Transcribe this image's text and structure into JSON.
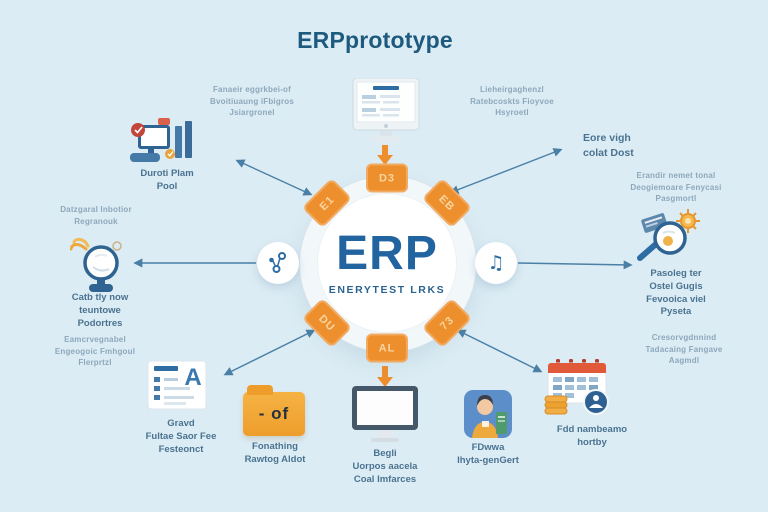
{
  "title": "ERPprototype",
  "hub": {
    "title": "ERP",
    "subtitle": "ENERYTEST LRKS",
    "ring_nodes": {
      "top": "D3",
      "top_right": "EB",
      "bottom_right": "73",
      "bottom": "AL",
      "bottom_left": "DU",
      "top_left": "E1"
    },
    "badges": {
      "music_glyph": "♫"
    }
  },
  "notes": {
    "top_left": [
      "Fanaeir eggrkbei-of",
      "Bvoitiuaung iFbigros",
      "Jsiargronel"
    ],
    "top_right": [
      "Lieheirgaghenzl",
      "Ratebcoskts Fioyvoe",
      "Hsyroetl"
    ],
    "right_upper": [
      "Eore vigh",
      "colat Dost"
    ],
    "right": [
      "Erandir nemet tonal",
      "Deogiemoare Fenycasi",
      "Pasgmortl"
    ],
    "left": [
      "Datzgaral Inbotior",
      "Regranouk"
    ],
    "bottom_left": [
      "Eamcrvegnabel",
      "Engeogoic Fmhgoul",
      "Flerprtzl"
    ],
    "bottom_right": [
      "Cresorvgdnnind",
      "Tadacaing Fangave",
      "Aagmdl"
    ]
  },
  "modules": {
    "devices": {
      "label": [
        "Duroti Plam",
        "Pool"
      ]
    },
    "search": {
      "label": [
        "Pasoleg ter",
        "Ostel Gugis",
        "Fevooica viel",
        "Pyseta"
      ]
    },
    "globe": {
      "label": [
        "Catb tly now",
        "teuntowe",
        "Podortres"
      ]
    },
    "document": {
      "letter": "A",
      "label": [
        "Gravd",
        "Fultae Saor Fee",
        "Festeonct"
      ]
    },
    "folder": {
      "text": "- of",
      "label": [
        "Fonathing",
        "Rawtog Aldot"
      ]
    },
    "monitor": {
      "label": [
        "Begli",
        "Uorpos aacela",
        "Coal Imfarces"
      ]
    },
    "person": {
      "label": [
        "FDwwa",
        "Ihyta-genGert"
      ]
    },
    "calendar": {
      "label": [
        "Fdd nambeamo",
        "hortby"
      ]
    }
  },
  "colors": {
    "background": "#DCECF4",
    "title_blue": "#1D5A7E",
    "erp_blue": "#2264A0",
    "accent_orange": "#EE8F2E",
    "connector_blue": "#4A7FA6",
    "label_blue": "#4A7391",
    "note_gray_blue": "#8CA8BC"
  }
}
